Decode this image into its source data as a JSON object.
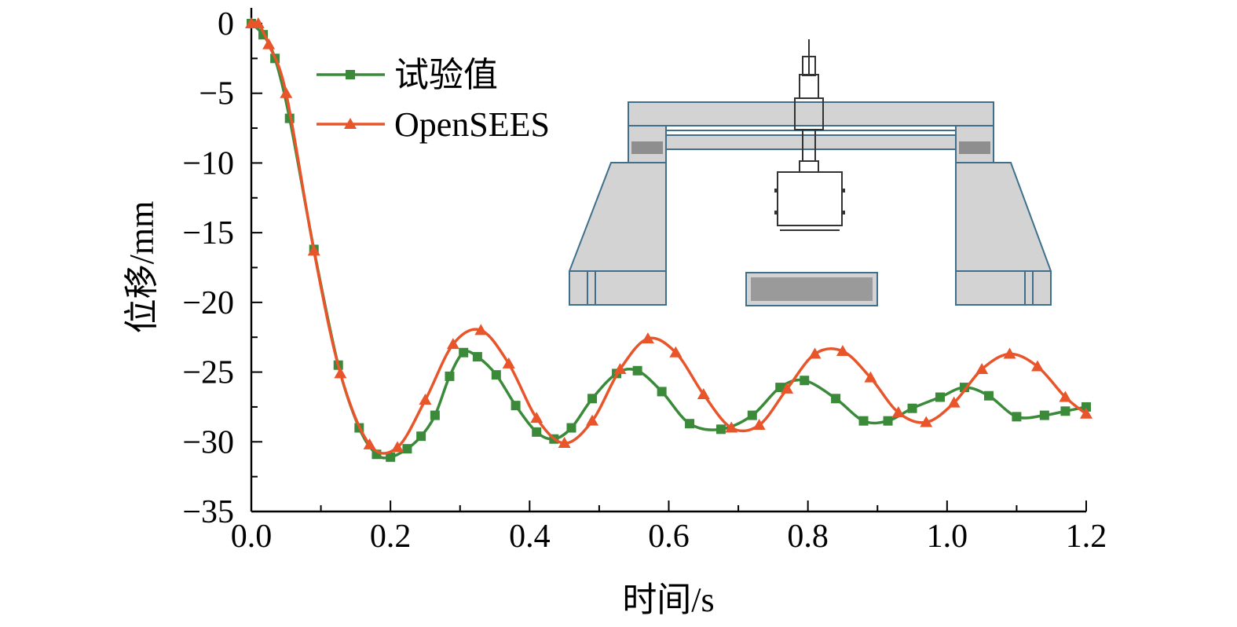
{
  "chart_data": {
    "type": "line",
    "xlabel": "时间/s",
    "ylabel": "位移/mm",
    "xlim": [
      0,
      1.2
    ],
    "ylim": [
      -35,
      0
    ],
    "xticks": [
      "0.0",
      "0.2",
      "0.4",
      "0.6",
      "0.8",
      "1.0",
      "1.2"
    ],
    "yticks": [
      "0",
      "−5",
      "−10",
      "−15",
      "−20",
      "−25",
      "−30",
      "−35"
    ],
    "grid": false,
    "legend_position": "top-left",
    "series": [
      {
        "name": "试验值",
        "color": "#3a8a3a",
        "marker": "square",
        "x": [
          0,
          0.017,
          0.034,
          0.055,
          0.09,
          0.125,
          0.155,
          0.18,
          0.2,
          0.224,
          0.244,
          0.264,
          0.285,
          0.305,
          0.325,
          0.352,
          0.38,
          0.41,
          0.435,
          0.46,
          0.49,
          0.525,
          0.555,
          0.59,
          0.63,
          0.675,
          0.72,
          0.76,
          0.795,
          0.84,
          0.88,
          0.915,
          0.95,
          0.99,
          1.025,
          1.06,
          1.1,
          1.14,
          1.17,
          1.2
        ],
        "y": [
          0,
          -0.8,
          -2.5,
          -6.8,
          -16.2,
          -24.5,
          -29,
          -30.9,
          -31.1,
          -30.5,
          -29.6,
          -28.1,
          -25.3,
          -23.6,
          -23.9,
          -25.2,
          -27.4,
          -29.3,
          -29.8,
          -29,
          -26.9,
          -25.1,
          -24.9,
          -26.4,
          -28.7,
          -29.1,
          -28.1,
          -26.1,
          -25.6,
          -26.9,
          -28.5,
          -28.5,
          -27.6,
          -26.8,
          -26.1,
          -26.7,
          -28.2,
          -28.1,
          -27.8,
          -27.5
        ]
      },
      {
        "name": "OpenSEES",
        "color": "#e8552a",
        "marker": "triangle",
        "x": [
          0,
          0.01,
          0.025,
          0.05,
          0.09,
          0.128,
          0.17,
          0.21,
          0.25,
          0.29,
          0.33,
          0.37,
          0.41,
          0.45,
          0.49,
          0.53,
          0.57,
          0.61,
          0.65,
          0.69,
          0.73,
          0.77,
          0.81,
          0.85,
          0.89,
          0.93,
          0.97,
          1.01,
          1.05,
          1.09,
          1.13,
          1.17,
          1.2
        ],
        "y": [
          0,
          0,
          -1.5,
          -5,
          -16.3,
          -25.1,
          -30.2,
          -30.4,
          -27,
          -23,
          -22,
          -24.4,
          -28.3,
          -30.1,
          -28.5,
          -24.8,
          -22.6,
          -23.6,
          -26.6,
          -29,
          -28.8,
          -26.2,
          -23.7,
          -23.5,
          -25.4,
          -27.9,
          -28.6,
          -27.2,
          -24.8,
          -23.7,
          -24.6,
          -26.8,
          -28
        ]
      }
    ]
  }
}
